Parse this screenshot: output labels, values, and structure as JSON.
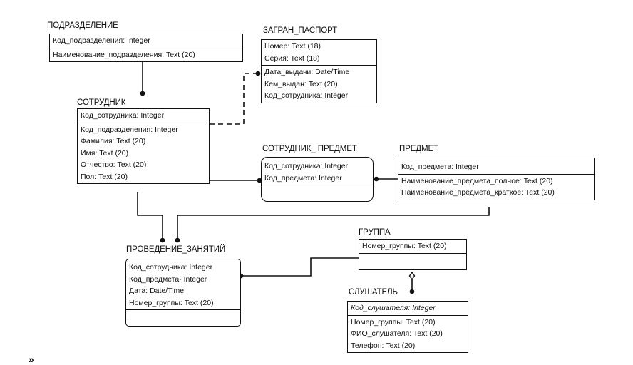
{
  "diagram": {
    "type": "ER diagram (IDEF1X)",
    "entities": {
      "podrazdelenie": {
        "name": "ПОДРАЗДЕЛЕНИЕ",
        "key": [
          "Код_подразделения: Integer"
        ],
        "attrs": [
          "Наименование_подразделения:  Text (20)"
        ]
      },
      "zagran_pasport": {
        "name": "ЗАГРАН_ПАСПОРТ",
        "key": [
          "Номер: Text (18)",
          "Серия: Text (18)"
        ],
        "attrs": [
          "Дата_выдачи: Date/Time",
          "Кем_выдан: Text (20)",
          "Код_сотрудника: Integer"
        ]
      },
      "sotrudnik": {
        "name": "СОТРУДНИК",
        "key": [
          "Код_сотрудника: Integer"
        ],
        "attrs": [
          "Код_подразделения: Integer",
          "Фамилия: Text (20)",
          "Имя: Text (20)",
          "Отчество: Text (20)",
          "Пол: Text (20)"
        ]
      },
      "sotrudnik_predmet": {
        "name": "СОТРУДНИК_ ПРЕДМЕТ",
        "key": [
          "Код_сотрудника: Integer",
          "Код_предмета: Integer"
        ],
        "attrs": []
      },
      "predmet": {
        "name": "ПРЕДМЕТ",
        "key": [
          "Код_предмета: Integer"
        ],
        "attrs": [
          "Наименование_предмета_полное: Text (20)",
          "Наименование_предмета_краткое: Text (20)"
        ]
      },
      "provedenie_zanyatiy": {
        "name": "ПРОВЕДЕНИЕ_ЗАНЯТИЙ",
        "key": [
          "Код_сотрудника: Integer",
          "Код_предмета· Integer",
          "Дата: Date/Time",
          "Номер_группы: Text (20)"
        ],
        "attrs": []
      },
      "gruppa": {
        "name": "ГРУППА",
        "key": [
          "Номер_группы: Text (20)"
        ],
        "attrs": []
      },
      "slushatel": {
        "name": "СЛУШАТЕЛЬ",
        "key": [
          "Код_слушателя: Integer"
        ],
        "attrs": [
          "Номер_группы: Text (20)",
          "ФИО_слушателя: Text (20)",
          "Телефон: Text (20)"
        ]
      }
    },
    "relationships": [
      {
        "from": "ПОДРАЗДЕЛЕНИЕ",
        "to": "СОТРУДНИК",
        "style": "solid",
        "end": "dot"
      },
      {
        "from": "СОТРУДНИК",
        "to": "ЗАГРАН_ПАСПОРТ",
        "style": "dashed",
        "end": "dot"
      },
      {
        "from": "СОТРУДНИК",
        "to": "СОТРУДНИК_ ПРЕДМЕТ",
        "style": "solid",
        "end": "dot"
      },
      {
        "from": "ПРЕДМЕТ",
        "to": "СОТРУДНИК_ ПРЕДМЕТ",
        "style": "solid",
        "end": "dot"
      },
      {
        "from": "СОТРУДНИК",
        "to": "ПРОВЕДЕНИЕ_ЗАНЯТИЙ",
        "style": "solid",
        "end": "dot"
      },
      {
        "from": "ПРЕДМЕТ",
        "to": "ПРОВЕДЕНИЕ_ЗАНЯТИЙ",
        "style": "solid",
        "end": "dot"
      },
      {
        "from": "ГРУППА",
        "to": "ПРОВЕДЕНИЕ_ЗАНЯТИЙ",
        "style": "solid",
        "end": "dot"
      },
      {
        "from": "ГРУППА",
        "to": "СЛУШАТЕЛЬ",
        "style": "solid",
        "end": "diamond-dot"
      }
    ],
    "stray_mark": "»"
  }
}
